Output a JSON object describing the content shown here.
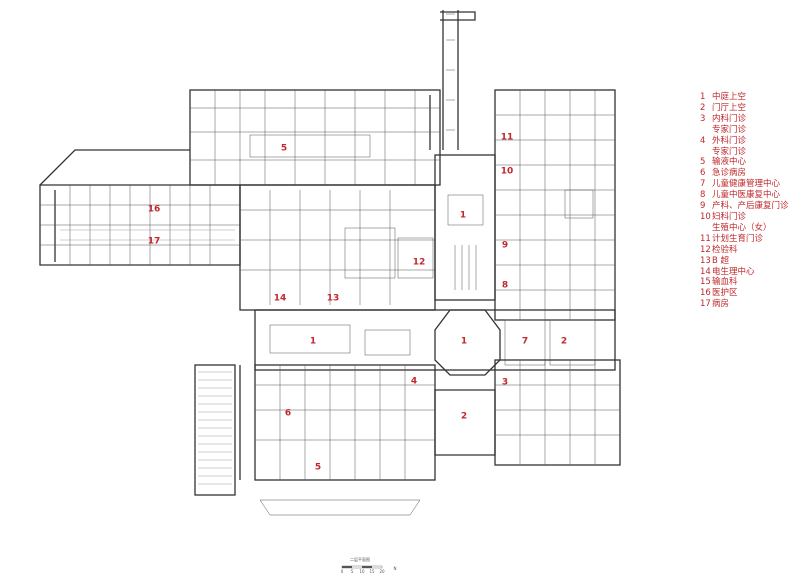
{
  "labels": {
    "l1a": "1",
    "l1b": "1",
    "l1c": "1",
    "l2a": "2",
    "l2b": "2",
    "l3": "3",
    "l4": "4",
    "l5a": "5",
    "l5b": "5",
    "l6": "6",
    "l7": "7",
    "l8": "8",
    "l9": "9",
    "l10": "10",
    "l11": "11",
    "l12": "12",
    "l13": "13",
    "l14": "14",
    "l16": "16",
    "l17": "17"
  },
  "legend": [
    {
      "num": "1",
      "text": "中庭上空"
    },
    {
      "num": "2",
      "text": "门厅上空"
    },
    {
      "num": "3",
      "text": "内科门诊"
    },
    {
      "num": "",
      "text": "专家门诊"
    },
    {
      "num": "4",
      "text": "外科门诊"
    },
    {
      "num": "",
      "text": "专家门诊"
    },
    {
      "num": "5",
      "text": "输液中心"
    },
    {
      "num": "6",
      "text": "急诊病房"
    },
    {
      "num": "7",
      "text": "儿童健康管理中心"
    },
    {
      "num": "8",
      "text": "儿童中医康复中心"
    },
    {
      "num": "9",
      "text": "产科、产后康复门诊"
    },
    {
      "num": "10",
      "text": "妇科门诊"
    },
    {
      "num": "",
      "text": "生殖中心（女）"
    },
    {
      "num": "11",
      "text": "计划生育门诊"
    },
    {
      "num": "12",
      "text": "检验科"
    },
    {
      "num": "13",
      "text": "B 超"
    },
    {
      "num": "14",
      "text": "电生理中心"
    },
    {
      "num": "15",
      "text": "输血科"
    },
    {
      "num": "16",
      "text": "医护区"
    },
    {
      "num": "17",
      "text": "病房"
    }
  ],
  "scale": {
    "title": "二层平面图",
    "ticks": [
      "0",
      "5",
      "10",
      "15",
      "20"
    ],
    "north": "N"
  },
  "colors": {
    "label": "#c0282d",
    "wall": "#333333"
  }
}
